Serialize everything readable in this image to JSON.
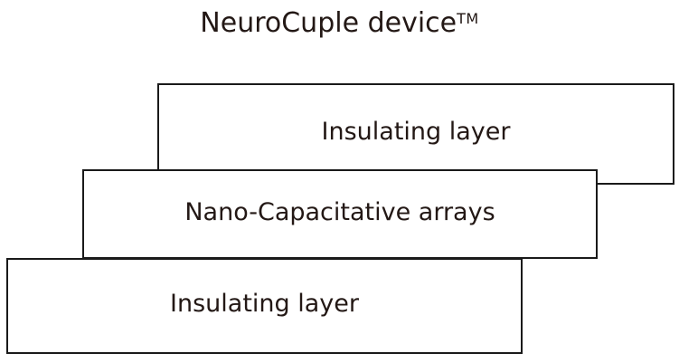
{
  "title": {
    "main": "NeuroCuple device",
    "trademark": "TM"
  },
  "layers": [
    {
      "id": "top",
      "label": "Insulating layer"
    },
    {
      "id": "middle",
      "label": "Nano-Capacitative arrays"
    },
    {
      "id": "bottom",
      "label": "Insulating layer"
    }
  ],
  "colors": {
    "text": "#231815",
    "border": "#1a1a1a",
    "background": "#ffffff"
  }
}
